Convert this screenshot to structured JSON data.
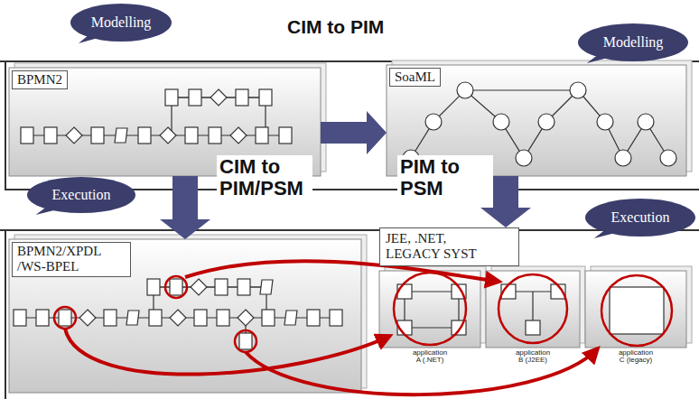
{
  "diagram": {
    "title": "CIM to PIM",
    "nodes": [
      {
        "text": [
          "Modelling"
        ]
      },
      {
        "text": [
          "Modelling"
        ]
      },
      {
        "text": [
          "BPMN2"
        ]
      },
      {
        "text": [
          "SoaML"
        ]
      },
      {
        "text": [
          "Execution"
        ]
      },
      {
        "text": [
          "BPMN2/XPDL /WS-BPEL"
        ]
      },
      {
        "text": [
          "JEE, .NET, LEGACY SYST"
        ]
      },
      {
        "text": [
          "Execution"
        ]
      },
      {
        "text": [
          "application A (.NET)"
        ]
      },
      {
        "text": [
          "application B (J2EE)"
        ]
      },
      {
        "text": [
          "application C (legacy)"
        ]
      }
    ],
    "edges": [
      {
        "from": 2,
        "to": 3,
        "arrow": "to"
      },
      {
        "from": 2,
        "to": 5,
        "label": "CIM to PIM/PSM",
        "arrow": "to"
      },
      {
        "from": 3,
        "to": 6,
        "label": "PIM to PSM",
        "arrow": "to"
      }
    ]
  }
}
